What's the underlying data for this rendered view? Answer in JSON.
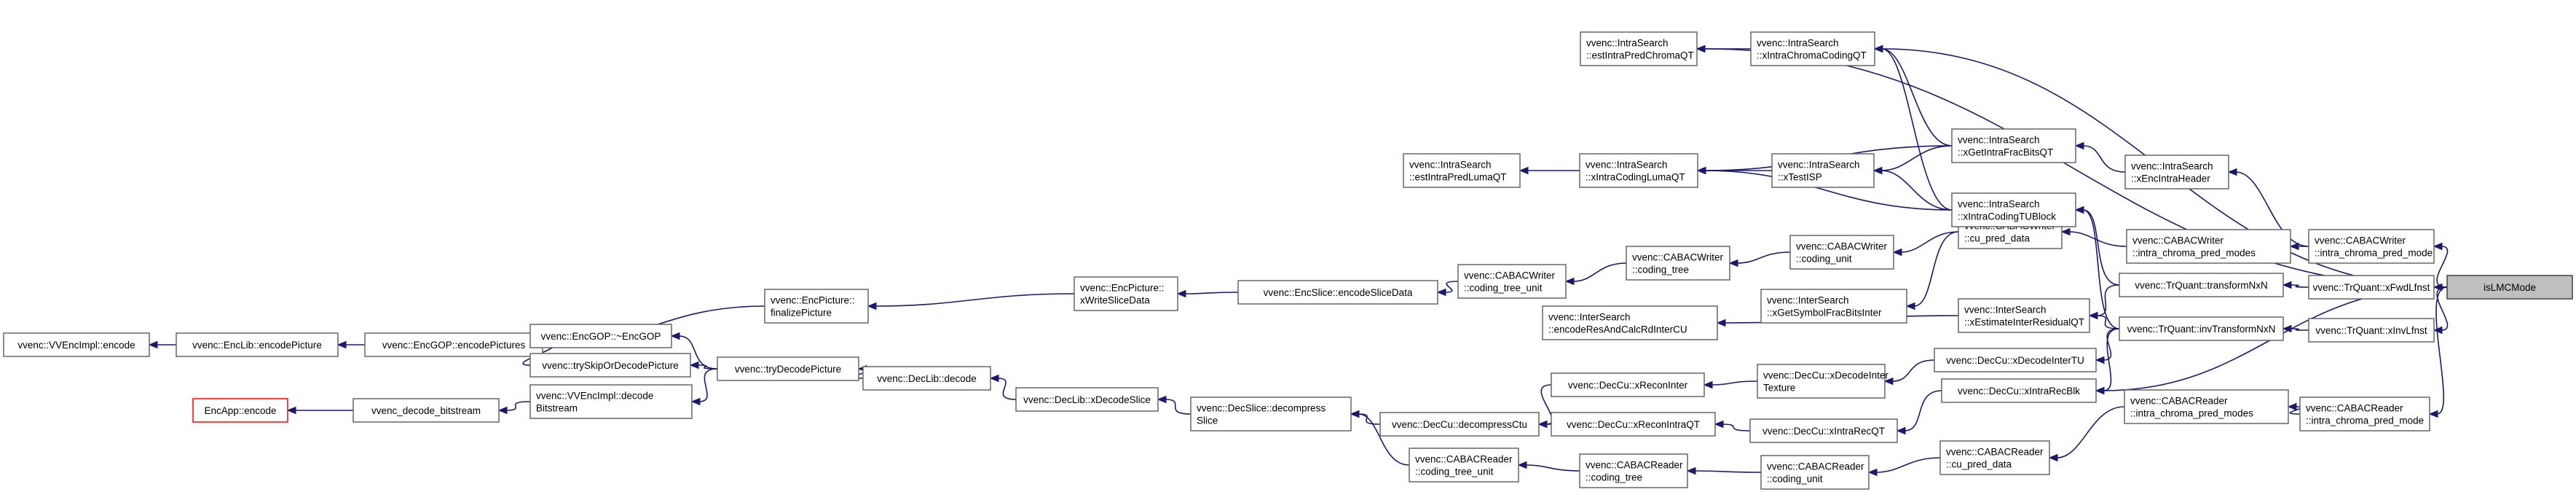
{
  "nodes": {
    "root": [
      "isLMCMode"
    ],
    "vvenc_impl_encode": [
      "vvenc::VVEncImpl::encode"
    ],
    "enclib_encode": [
      "vvenc::EncLib::encodePicture"
    ],
    "encgop_encode": [
      "vvenc::EncGOP::encodePictures"
    ],
    "encpicture_finalize": [
      "vvenc::EncPicture::",
      "finalizePicture"
    ],
    "encpicture_xwrite": [
      "vvenc::EncPicture::",
      "xWriteSliceData"
    ],
    "encslice_encode": [
      "vvenc::EncSlice::encodeSliceData"
    ],
    "cabacwriter_ctu": [
      "vvenc::CABACWriter",
      "::coding_tree_unit"
    ],
    "cabacwriter_ct": [
      "vvenc::CABACWriter",
      "::coding_tree"
    ],
    "cabacwriter_cu": [
      "vvenc::CABACWriter",
      "::coding_unit"
    ],
    "cabacwriter_pred": [
      "vvenc::CABACWriter",
      "::cu_pred_data"
    ],
    "cabacwriter_icpm": [
      "vvenc::CABACWriter",
      "::intra_chroma_pred_modes"
    ],
    "cabacwriter_icp": [
      "vvenc::CABACWriter",
      "::intra_chroma_pred_mode"
    ],
    "intra_estchroma": [
      "vvenc::IntraSearch",
      "::estIntraPredChromaQT"
    ],
    "intra_xchroma": [
      "vvenc::IntraSearch",
      "::xIntraChromaCodingQT"
    ],
    "intra_estluma": [
      "vvenc::IntraSearch",
      "::estIntraPredLumaQT"
    ],
    "intra_xluma": [
      "vvenc::IntraSearch",
      "::xIntraCodingLumaQT"
    ],
    "intra_xtestisp": [
      "vvenc::IntraSearch",
      "::xTestISP"
    ],
    "intra_xgetbits": [
      "vvenc::IntraSearch",
      "::xGetIntraFracBitsQT"
    ],
    "intra_xtubl": [
      "vvenc::IntraSearch",
      "::xIntraCodingTUBlock"
    ],
    "intra_xheader": [
      "vvenc::IntraSearch",
      "::xEncIntraHeader"
    ],
    "inter_encres": [
      "vvenc::InterSearch",
      "::encodeResAndCalcRdInterCU"
    ],
    "inter_xestres": [
      "vvenc::InterSearch",
      "::xEstimateInterResidualQT"
    ],
    "inter_xgetsym": [
      "vvenc::InterSearch",
      "::xGetSymbolFracBitsInter"
    ],
    "trquant_fwd": [
      "vvenc::TrQuant::transformNxN"
    ],
    "trquant_inv": [
      "vvenc::TrQuant::invTransformNxN"
    ],
    "trquant_xfwdlfnst": [
      "vvenc::TrQuant::xFwdLfnst"
    ],
    "trquant_xinvlfnst": [
      "vvenc::TrQuant::xInvLfnst"
    ],
    "encgop_dtor": [
      "vvenc::EncGOP::~EncGOP"
    ],
    "encgop_tryskip": [
      "vvenc::trySkipOrDecodePicture"
    ],
    "vvencimpl_decode": [
      "vvenc::VVEncImpl::decode",
      "Bitstream"
    ],
    "encapp_encode": [
      "EncApp::encode"
    ],
    "vvenc_decode_bs": [
      "vvenc_decode_bitstream"
    ],
    "try_decode": [
      "vvenc::tryDecodePicture"
    ],
    "declib_decode": [
      "vvenc::DecLib::decode"
    ],
    "declib_xdecode": [
      "vvenc::DecLib::xDecodeSlice"
    ],
    "decslice_decompress": [
      "vvenc::DecSlice::decompress",
      "Slice"
    ],
    "deccu_decompress": [
      "vvenc::DecCu::decompressCtu"
    ],
    "deccu_xreconinter": [
      "vvenc::DecCu::xReconInter"
    ],
    "deccu_xreconintra": [
      "vvenc::DecCu::xReconIntraQT"
    ],
    "deccu_xdecinter_tex": [
      "vvenc::DecCu::xDecodeInter",
      "Texture"
    ],
    "deccu_xintrarecqt": [
      "vvenc::DecCu::xIntraRecQT"
    ],
    "deccu_xdecinter_tu": [
      "vvenc::DecCu::xDecodeInterTU"
    ],
    "deccu_xintrarecblk": [
      "vvenc::DecCu::xIntraRecBlk"
    ],
    "cabacreader_ctu": [
      "vvenc::CABACReader",
      "::coding_tree_unit"
    ],
    "cabacreader_ct": [
      "vvenc::CABACReader",
      "::coding_tree"
    ],
    "cabacreader_cu": [
      "vvenc::CABACReader",
      "::coding_unit"
    ],
    "cabacreader_pred": [
      "vvenc::CABACReader",
      "::cu_pred_data"
    ],
    "cabacreader_icpm": [
      "vvenc::CABACReader",
      "::intra_chroma_pred_modes"
    ],
    "cabacreader_icp": [
      "vvenc::CABACReader",
      "::intra_chroma_pred_mode"
    ]
  },
  "edges": [
    [
      "vvenc_impl_encode",
      "enclib_encode"
    ],
    [
      "enclib_encode",
      "encgop_encode"
    ],
    [
      "encgop_encode",
      "encpicture_finalize"
    ],
    [
      "encpicture_finalize",
      "encpicture_xwrite"
    ],
    [
      "encpicture_xwrite",
      "encslice_encode"
    ],
    [
      "encslice_encode",
      "cabacwriter_ctu"
    ],
    [
      "cabacwriter_ctu",
      "cabacwriter_ct"
    ],
    [
      "cabacwriter_ct",
      "cabacwriter_cu"
    ],
    [
      "cabacwriter_cu",
      "cabacwriter_pred"
    ],
    [
      "cabacwriter_pred",
      "cabacwriter_icpm"
    ],
    [
      "cabacwriter_icpm",
      "cabacwriter_icp"
    ],
    [
      "cabacwriter_icp",
      "root"
    ],
    [
      "intra_estchroma",
      "intra_xchroma"
    ],
    [
      "intra_estchroma",
      "root"
    ],
    [
      "intra_xchroma",
      "root"
    ],
    [
      "intra_xchroma",
      "intra_xgetbits"
    ],
    [
      "intra_xchroma",
      "intra_xtubl"
    ],
    [
      "intra_estluma",
      "intra_xluma"
    ],
    [
      "intra_xluma",
      "intra_xtestisp"
    ],
    [
      "intra_xluma",
      "intra_xgetbits"
    ],
    [
      "intra_xluma",
      "intra_xtubl"
    ],
    [
      "intra_xtestisp",
      "intra_xgetbits"
    ],
    [
      "intra_xtestisp",
      "intra_xtubl"
    ],
    [
      "intra_xgetbits",
      "intra_xheader"
    ],
    [
      "intra_xheader",
      "cabacwriter_icp"
    ],
    [
      "intra_xtubl",
      "trquant_fwd"
    ],
    [
      "intra_xtubl",
      "trquant_inv"
    ],
    [
      "inter_encres",
      "inter_xestres"
    ],
    [
      "inter_xgetsym",
      "cabacwriter_pred"
    ],
    [
      "inter_xestres",
      "trquant_fwd"
    ],
    [
      "inter_xestres",
      "trquant_inv"
    ],
    [
      "trquant_fwd",
      "trquant_xfwdlfnst"
    ],
    [
      "trquant_xfwdlfnst",
      "root"
    ],
    [
      "trquant_inv",
      "trquant_xinvlfnst"
    ],
    [
      "trquant_xinvlfnst",
      "root"
    ],
    [
      "encgop_dtor",
      "try_decode"
    ],
    [
      "encgop_tryskip",
      "try_decode"
    ],
    [
      "vvencimpl_decode",
      "try_decode"
    ],
    [
      "encapp_encode",
      "vvenc_decode_bs"
    ],
    [
      "vvenc_decode_bs",
      "vvencimpl_decode"
    ],
    [
      "encgop_encode",
      "encgop_tryskip"
    ],
    [
      "try_decode",
      "declib_decode"
    ],
    [
      "declib_decode",
      "declib_xdecode"
    ],
    [
      "declib_xdecode",
      "decslice_decompress"
    ],
    [
      "decslice_decompress",
      "deccu_decompress"
    ],
    [
      "decslice_decompress",
      "cabacreader_ctu"
    ],
    [
      "deccu_decompress",
      "deccu_xreconinter"
    ],
    [
      "deccu_decompress",
      "deccu_xreconintra"
    ],
    [
      "deccu_xreconinter",
      "deccu_xdecinter_tex"
    ],
    [
      "deccu_xdecinter_tex",
      "deccu_xdecinter_tu"
    ],
    [
      "deccu_xdecinter_tu",
      "trquant_inv"
    ],
    [
      "deccu_xreconintra",
      "deccu_xintrarecqt"
    ],
    [
      "deccu_xintrarecqt",
      "deccu_xintrarecblk"
    ],
    [
      "deccu_xintrarecblk",
      "trquant_inv"
    ],
    [
      "deccu_xintrarecblk",
      "root"
    ],
    [
      "cabacreader_ctu",
      "cabacreader_ct"
    ],
    [
      "cabacreader_ct",
      "cabacreader_cu"
    ],
    [
      "cabacreader_cu",
      "cabacreader_pred"
    ],
    [
      "cabacreader_pred",
      "cabacreader_icpm"
    ],
    [
      "cabacreader_icpm",
      "cabacreader_icp"
    ],
    [
      "cabacreader_icp",
      "root"
    ]
  ],
  "colors": {
    "edge": "#191970",
    "box_border": "#666666",
    "highlight_border": "#ff0000",
    "root_fill": "#bfbfbf"
  }
}
